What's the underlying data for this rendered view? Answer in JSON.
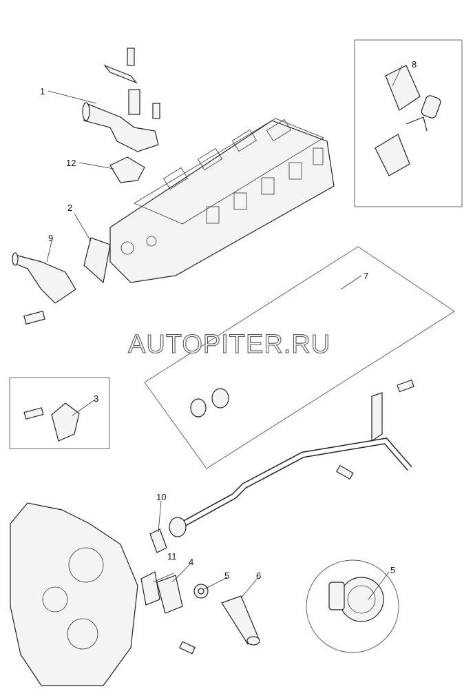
{
  "watermark": "AUTOPITER.RU",
  "callouts": {
    "c1": "1",
    "c12": "12",
    "c2": "2",
    "c9": "9",
    "c8": "8",
    "c7": "7",
    "c3": "3",
    "c10": "10",
    "c11": "11",
    "c4": "4",
    "c5": "5",
    "c6": "6",
    "c5_detail": "5"
  }
}
